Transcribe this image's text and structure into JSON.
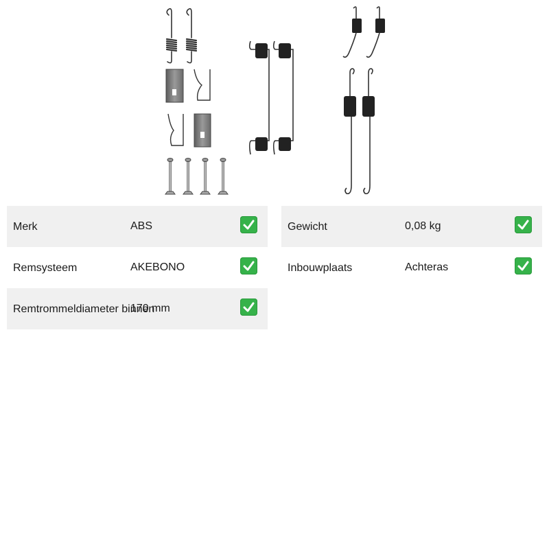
{
  "specs_left": [
    {
      "label": "Merk",
      "value": "ABS"
    },
    {
      "label": "Remsysteem",
      "value": "AKEBONO"
    },
    {
      "label": "Remtrommeldiameter binnen",
      "value": "170 mm"
    }
  ],
  "specs_right": [
    {
      "label": "Gewicht",
      "value": "0,08 kg"
    },
    {
      "label": "Inbouwplaats",
      "value": "Achteras"
    }
  ],
  "icons": {
    "check": "check-mark-icon",
    "check_color": "#36b24a"
  }
}
